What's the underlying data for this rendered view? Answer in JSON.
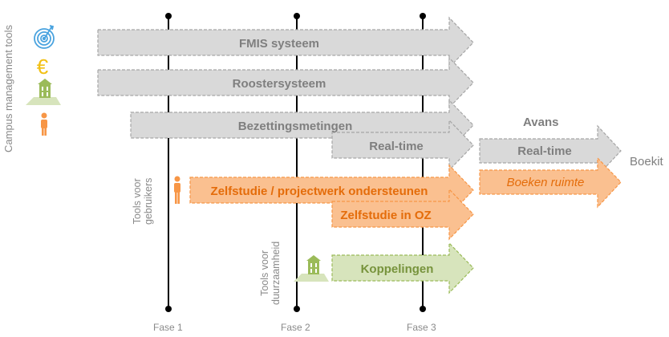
{
  "side_title": "Campus management tools",
  "phases": [
    "Fase 1",
    "Fase 2",
    "Fase 3"
  ],
  "labels": {
    "tools_gebruikers": [
      "Tools voor",
      "gebruikers"
    ],
    "tools_duurzaamheid": [
      "Tools voor",
      "duurzaamheid"
    ],
    "avans": "Avans",
    "boekit": "Boekit"
  },
  "arrows": {
    "fmis": "FMIS systeem",
    "rooster": "Roostersysteem",
    "bezetting": "Bezettingsmetingen",
    "realtime": "Real-time",
    "realtime_avans": "Real-time",
    "zelfstudie": "Zelfstudie / projectwerk ondersteunen",
    "zelfstudie_oz": "Zelfstudie in OZ",
    "boeken": "Boeken ruimte",
    "koppelingen": "Koppelingen"
  },
  "icons": [
    "target-icon",
    "euro-icon",
    "building-icon",
    "person-icon"
  ],
  "colors": {
    "gray_fill": "#d9d9d9",
    "gray_stroke": "#a6a6a6",
    "gray_text": "#7f7f7f",
    "orange_fill": "#fac090",
    "orange_stroke": "#f79646",
    "orange_text": "#e46c0a",
    "green_fill": "#d7e4bc",
    "green_stroke": "#9bbb59",
    "green_text": "#77933c",
    "blue": "#4aa3df",
    "yellow": "#f2c014"
  }
}
